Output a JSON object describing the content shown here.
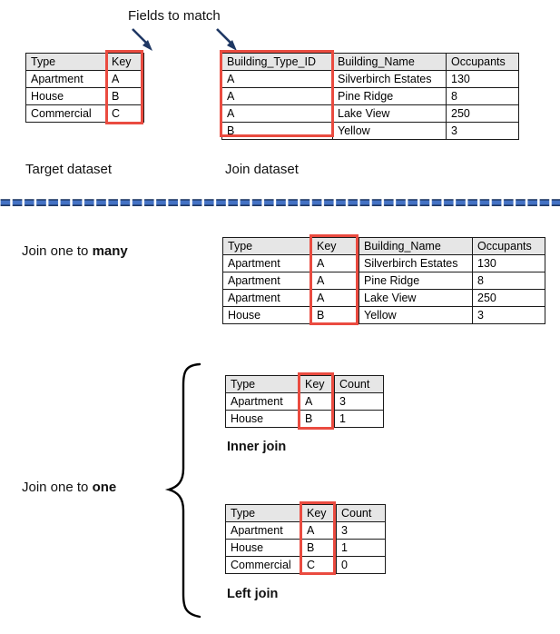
{
  "diagram": {
    "title_annotation": "Fields to match",
    "target_label": "Target dataset",
    "join_label": "Join dataset",
    "join_many_prefix": "Join one to ",
    "join_many_emphasis": "many",
    "join_one_prefix": "Join one to ",
    "join_one_emphasis": "one",
    "inner_join_label": "Inner join",
    "left_join_label": "Left join"
  },
  "colors": {
    "highlight_red": "#ea4b40",
    "arrow_navy": "#1f3864",
    "divider_blue": "#2e64b4",
    "header_gray": "#e6e6e6",
    "border_dark": "#1a1a1a"
  },
  "tables": {
    "target_dataset": {
      "name": "Target dataset",
      "headers": [
        "Type",
        "Key"
      ],
      "rows": [
        [
          "Apartment",
          "A"
        ],
        [
          "House",
          "B"
        ],
        [
          "Commercial",
          "C"
        ]
      ],
      "highlight_column": "Key"
    },
    "join_dataset": {
      "name": "Join dataset",
      "headers": [
        "Building_Type_ID",
        "Building_Name",
        "Occupants"
      ],
      "rows": [
        [
          "A",
          "Silverbirch Estates",
          "130"
        ],
        [
          "A",
          "Pine Ridge",
          "8"
        ],
        [
          "A",
          "Lake View",
          "250"
        ],
        [
          "B",
          "Yellow",
          "3"
        ]
      ],
      "highlight_column": "Building_Type_ID"
    },
    "one_to_many_result": {
      "name": "Join one to many",
      "headers": [
        "Type",
        "Key",
        "Building_Name",
        "Occupants"
      ],
      "rows": [
        [
          "Apartment",
          "A",
          "Silverbirch Estates",
          "130"
        ],
        [
          "Apartment",
          "A",
          "Pine Ridge",
          "8"
        ],
        [
          "Apartment",
          "A",
          "Lake View",
          "250"
        ],
        [
          "House",
          "B",
          "Yellow",
          "3"
        ]
      ],
      "highlight_column": "Key"
    },
    "inner_join_result": {
      "name": "Inner join",
      "headers": [
        "Type",
        "Key",
        "Count"
      ],
      "rows": [
        [
          "Apartment",
          "A",
          "3"
        ],
        [
          "House",
          "B",
          "1"
        ]
      ],
      "highlight_column": "Key"
    },
    "left_join_result": {
      "name": "Left join",
      "headers": [
        "Type",
        "Key",
        "Count"
      ],
      "rows": [
        [
          "Apartment",
          "A",
          "3"
        ],
        [
          "House",
          "B",
          "1"
        ],
        [
          "Commercial",
          "C",
          "0"
        ]
      ],
      "highlight_column": "Key"
    }
  }
}
